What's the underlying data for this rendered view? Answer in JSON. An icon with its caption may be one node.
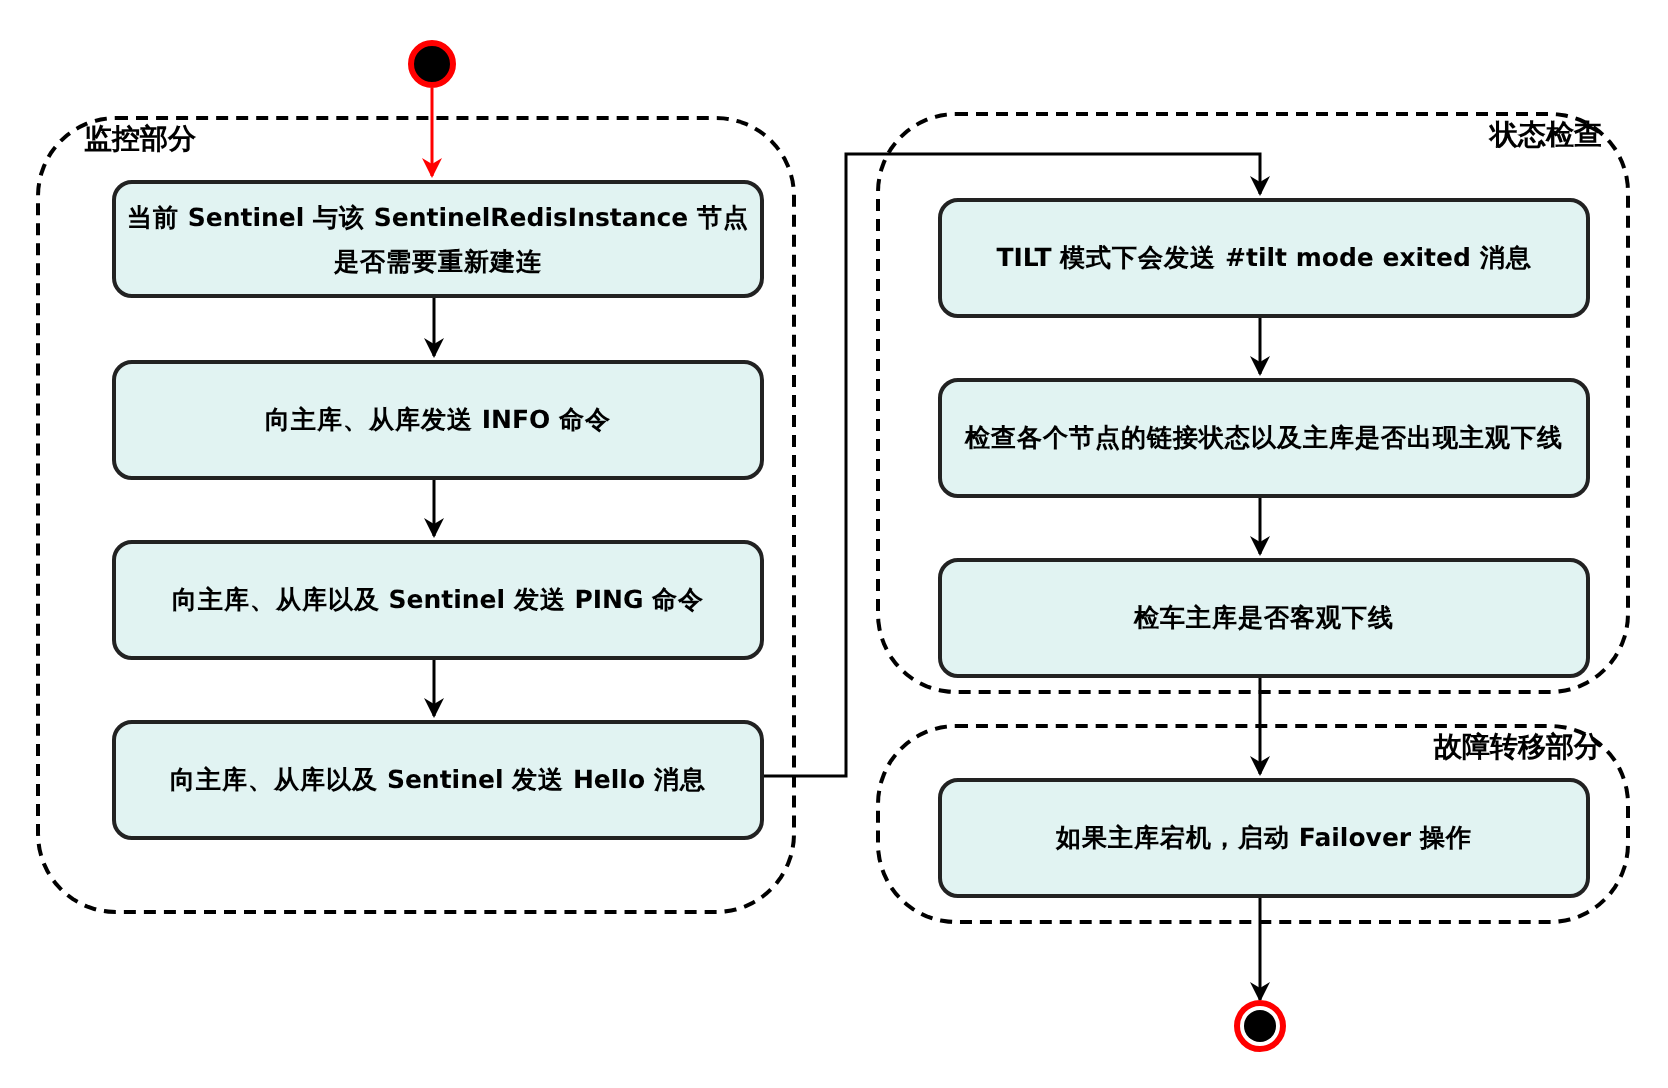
{
  "diagram": {
    "nodes": [
      {
        "text": [],
        "shape": "circle"
      },
      {
        "text": [
          "监控部分"
        ]
      },
      {
        "text": [
          "当前 Sentinel 与该 SentinelRedisInstance 节点是否需要重新建连"
        ],
        "in": 1
      },
      {
        "text": [
          "向主库、从库发送 INFO 命令"
        ],
        "in": 1
      },
      {
        "text": [
          "向主库、从库以及 Sentinel 发送 PING 命令"
        ],
        "in": 1
      },
      {
        "text": [
          "向主库、从库以及 Sentinel 发送 Hello 消息"
        ],
        "in": 1
      },
      {
        "text": [
          "状态检查"
        ]
      },
      {
        "text": [
          "TILT 模式下会发送 #tilt mode exited 消息"
        ],
        "in": 6
      },
      {
        "text": [
          "检查各个节点的链接状态以及主库是否出现主观下线"
        ],
        "in": 6
      },
      {
        "text": [
          "检车主库是否客观下线"
        ],
        "in": 6
      },
      {
        "text": [
          "故障转移部分"
        ]
      },
      {
        "text": [
          "如果主库宕机，启动 Failover 操作"
        ],
        "in": 10
      },
      {
        "text": [],
        "shape": "circle"
      }
    ],
    "edges": [
      {
        "from": 0,
        "to": 2,
        "arrow": "to",
        "color": "#ff0000"
      },
      {
        "from": 2,
        "to": 3,
        "arrow": "to"
      },
      {
        "from": 3,
        "to": 4,
        "arrow": "to"
      },
      {
        "from": 4,
        "to": 5,
        "arrow": "to"
      },
      {
        "from": 5,
        "to": 7,
        "arrow": "to"
      },
      {
        "from": 7,
        "to": 8,
        "arrow": "to"
      },
      {
        "from": 8,
        "to": 9,
        "arrow": "to"
      },
      {
        "from": 9,
        "to": 11,
        "arrow": "to"
      },
      {
        "from": 11,
        "to": 12,
        "arrow": "to"
      }
    ]
  }
}
